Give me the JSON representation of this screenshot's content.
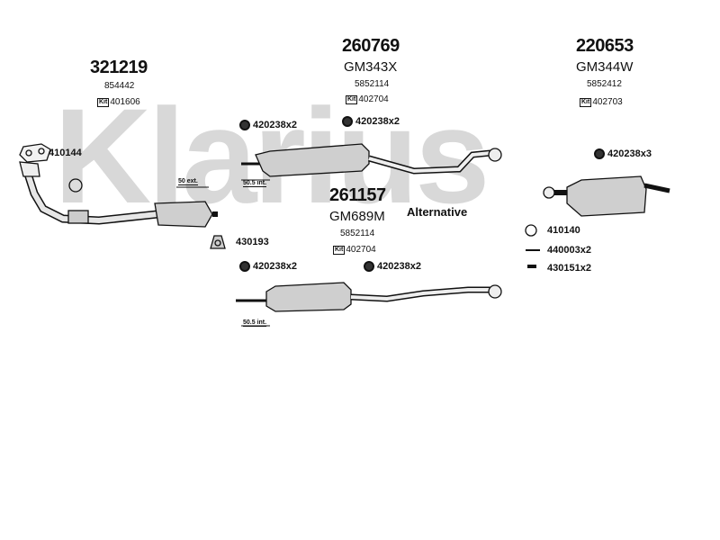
{
  "watermark": "Klarius",
  "groups": {
    "front": {
      "part_number": "321219",
      "oe_number": "854442",
      "kit_label": "Kit",
      "kit_number": "401606",
      "accessories": [
        {
          "label": "410144",
          "icon": "gasket-icon"
        },
        {
          "label": "430193",
          "icon": "rubber-mount-icon"
        }
      ],
      "dimension": "50 ext."
    },
    "middle": {
      "part_number": "260769",
      "code": "GM343X",
      "oe_number": "5852114",
      "kit_label": "Kit",
      "kit_number": "402704",
      "accessories": [
        {
          "label": "420238x2",
          "icon": "clamp-icon"
        },
        {
          "label": "420238x2",
          "icon": "clamp-icon"
        }
      ],
      "dimension": "50.5 int."
    },
    "rear": {
      "part_number": "220653",
      "code": "GM344W",
      "oe_number": "5852412",
      "kit_label": "Kit",
      "kit_number": "402703",
      "accessories": [
        {
          "label": "420238x3",
          "icon": "clamp-icon"
        },
        {
          "label": "410140",
          "icon": "ring-icon"
        },
        {
          "label": "440003x2",
          "icon": "bolt-icon"
        },
        {
          "label": "430151x2",
          "icon": "spring-icon"
        }
      ]
    },
    "alternative": {
      "heading": "Alternative",
      "part_number": "261157",
      "code": "GM689M",
      "oe_number": "5852114",
      "kit_label": "Kit",
      "kit_number": "402704",
      "accessories": [
        {
          "label": "420238x2",
          "icon": "clamp-icon"
        },
        {
          "label": "420238x2",
          "icon": "clamp-icon"
        }
      ],
      "dimension": "50.5 int."
    }
  },
  "colors": {
    "line": "#111111",
    "watermark": "#d8d8d8",
    "part_fill": "#cfcfcf"
  }
}
